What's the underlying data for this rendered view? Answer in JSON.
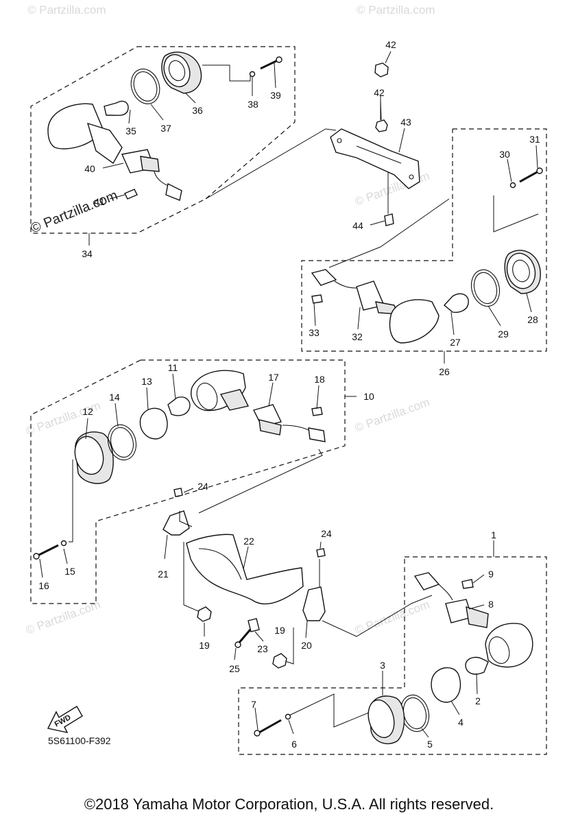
{
  "watermark": {
    "text": "© Partzilla.com",
    "dark_text": "© Partzilla.com"
  },
  "diagram_code": "5S61100-F392",
  "fwd_label": "FWD",
  "copyright": "©2018 Yamaha Motor Corporation, U.S.A. All rights reserved.",
  "callouts": {
    "c1": "1",
    "c2": "2",
    "c3": "3",
    "c4": "4",
    "c5": "5",
    "c6": "6",
    "c7": "7",
    "c8": "8",
    "c9": "9",
    "c10": "10",
    "c11": "11",
    "c12": "12",
    "c13": "13",
    "c14": "14",
    "c15": "15",
    "c16": "16",
    "c17": "17",
    "c18": "18",
    "c19a": "19",
    "c19b": "19",
    "c20": "20",
    "c21": "21",
    "c22": "22",
    "c23": "23",
    "c24a": "24",
    "c24b": "24",
    "c25": "25",
    "c26": "26",
    "c27": "27",
    "c28": "28",
    "c29": "29",
    "c30": "30",
    "c31": "31",
    "c32": "32",
    "c33": "33",
    "c34": "34",
    "c35": "35",
    "c36": "36",
    "c37": "37",
    "c38": "38",
    "c39": "39",
    "c40": "40",
    "c41": "41",
    "c42a": "42",
    "c42b": "42",
    "c43": "43",
    "c44": "44"
  }
}
